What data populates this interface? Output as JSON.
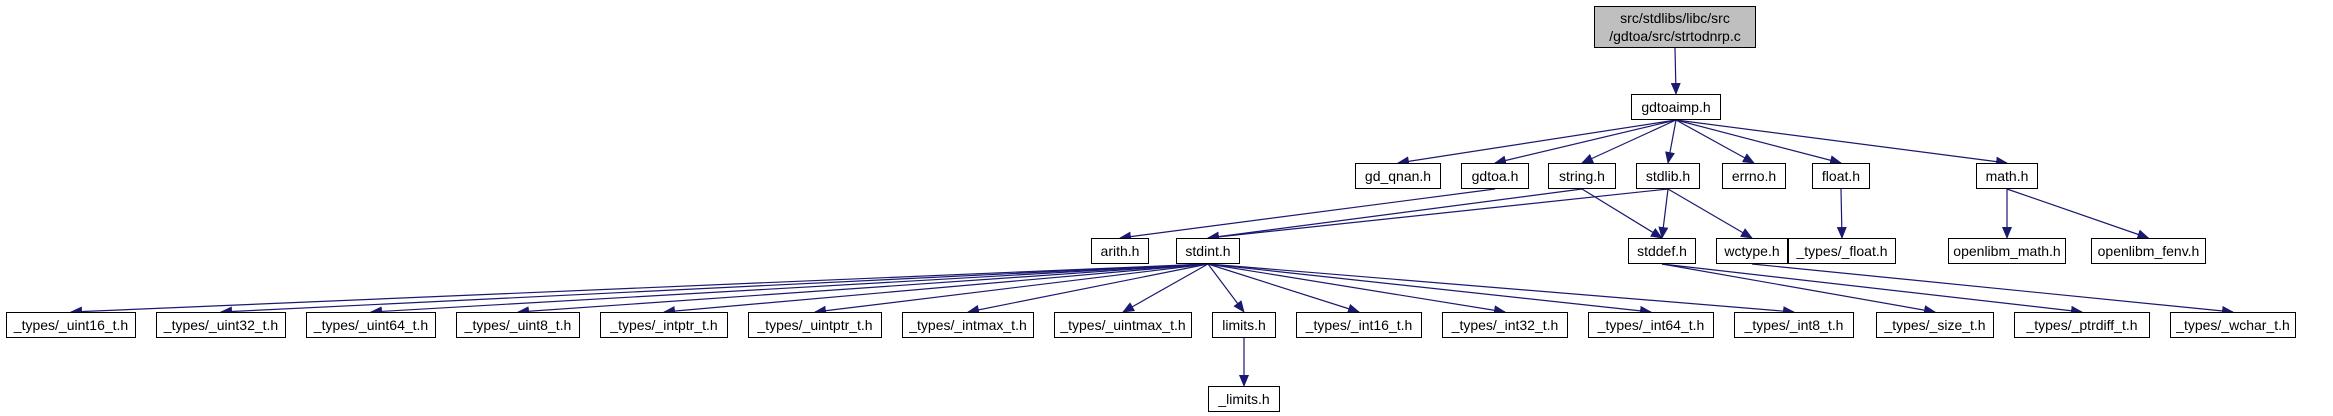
{
  "colors": {
    "edge": "#191970",
    "root_fill": "#bfbfbf",
    "node_fill": "#ffffff",
    "border": "#000000"
  },
  "root": {
    "line1": "src/stdlibs/libc/src",
    "line2": "/gdtoa/src/strtodnrp.c"
  },
  "nodes": {
    "gdtoaimp": "gdtoaimp.h",
    "gd_qnan": "gd_qnan.h",
    "gdtoa": "gdtoa.h",
    "string": "string.h",
    "stdlib": "stdlib.h",
    "errno": "errno.h",
    "float": "float.h",
    "math": "math.h",
    "arith": "arith.h",
    "stdint": "stdint.h",
    "stddef": "stddef.h",
    "wctype": "wctype.h",
    "types_float": "_types/_float.h",
    "openlibm_math": "openlibm_math.h",
    "openlibm_fenv": "openlibm_fenv.h",
    "uint16": "_types/_uint16_t.h",
    "uint32": "_types/_uint32_t.h",
    "uint64": "_types/_uint64_t.h",
    "uint8": "_types/_uint8_t.h",
    "intptr": "_types/_intptr_t.h",
    "uintptr": "_types/_uintptr_t.h",
    "intmax": "_types/_intmax_t.h",
    "uintmax": "_types/_uintmax_t.h",
    "limits": "limits.h",
    "int16": "_types/_int16_t.h",
    "int32": "_types/_int32_t.h",
    "int64": "_types/_int64_t.h",
    "int8": "_types/_int8_t.h",
    "size": "_types/_size_t.h",
    "ptrdiff": "_types/_ptrdiff_t.h",
    "wchar": "_types/_wchar_t.h",
    "limits_inner": "_limits.h"
  }
}
